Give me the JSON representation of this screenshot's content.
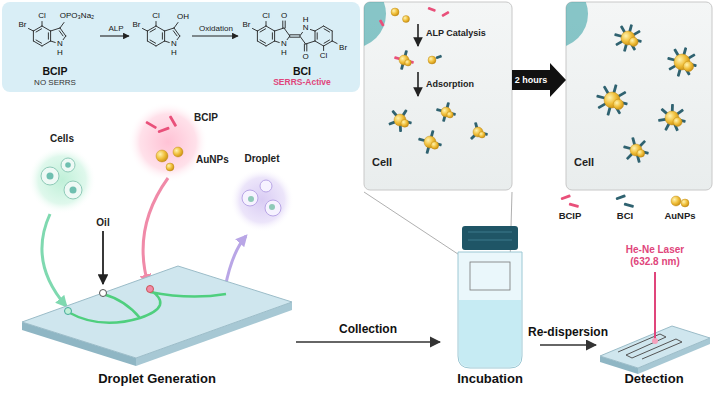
{
  "diagram": {
    "nodes": [
      {
        "text": [
          "Cell",
          "ALP Catalysis",
          "Adsorption"
        ]
      },
      {
        "text": [
          "Cell"
        ]
      },
      {
        "text": [
          "Droplet Generation"
        ]
      },
      {
        "text": [
          "Incubation"
        ]
      },
      {
        "text": [
          "Detection"
        ]
      }
    ],
    "edges": [
      {
        "from": 0,
        "to": 1,
        "label": "2 hours",
        "arrow": "to"
      },
      {
        "from": 2,
        "to": 3,
        "label": "Collection",
        "arrow": "to"
      },
      {
        "from": 3,
        "to": 4,
        "label": "Re-dispersion",
        "arrow": "to"
      }
    ],
    "labels": [
      "Br",
      "Cl",
      "OPO₃Na₂",
      "N",
      "H",
      "BCIP",
      "NO SERRS",
      "ALP",
      "Br",
      "Cl",
      "OH",
      "N",
      "H",
      "Oxidation",
      "O",
      "N",
      "H",
      "Cl",
      "Br",
      "O",
      "N",
      "H",
      "Cl",
      "Br",
      "BCI",
      "SERRS-Active",
      "Cells",
      "Oil",
      "BCIP",
      "AuNPs",
      "Droplet",
      "He-Ne Laser (632.8 nm)"
    ],
    "legend": [
      {
        "text": "BCIP"
      },
      {
        "text": "BCI"
      },
      {
        "text": "AuNPs"
      }
    ]
  }
}
